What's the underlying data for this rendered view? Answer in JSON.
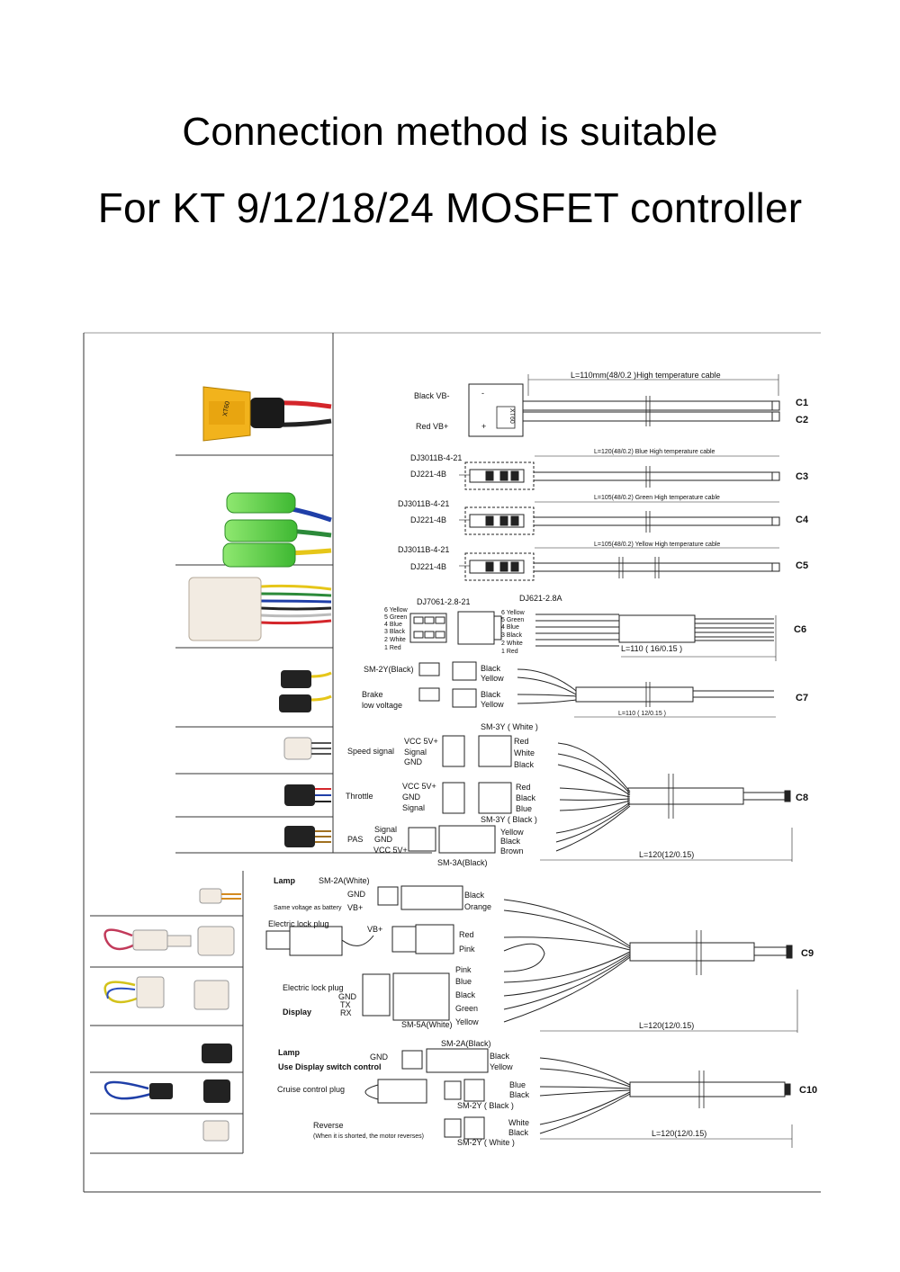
{
  "title": {
    "line1": "Connection method is suitable",
    "line2": "For KT 9/12/18/24 MOSFET controller"
  },
  "connectors": [
    "C1",
    "C2",
    "C3",
    "C4",
    "C5",
    "C6",
    "C7",
    "C8",
    "C9",
    "C10"
  ],
  "power": {
    "cable": "L=110mm(48/0.2 )High temperature cable",
    "black": "Black  VB-",
    "red": "Red    VB+",
    "plug": "XT60",
    "minus": "-",
    "plus": "+"
  },
  "phase": [
    {
      "top": "DJ3011B-4-21",
      "mid": "DJ221-4B",
      "cable": "L=120(48/0.2)  Blue High temperature cable"
    },
    {
      "top": "DJ3011B-4-21",
      "mid": "DJ221-4B",
      "cable": "L=105(48/0.2)  Green High temperature cable"
    },
    {
      "top": "DJ3011B-4-21",
      "mid": "DJ221-4B",
      "cable": "L=105(48/0.2)  Yellow High temperature cable"
    }
  ],
  "hall": {
    "left_part": "DJ7061-2.8-21",
    "right_part": "DJ621-2.8A",
    "pins": [
      "6 Yellow",
      "5 Green",
      "4 Blue",
      "3 Black",
      "2 White",
      "1 Red"
    ],
    "length": "L=110 ( 16/0.15 )"
  },
  "brake": {
    "connector": "SM-2Y(Black)",
    "label1": "Brake",
    "label2": "low voltage",
    "wires": [
      "Black",
      "Yellow",
      "Black",
      "Yellow"
    ],
    "length": "L=110 ( 12/0.15 )"
  },
  "c8": {
    "speed_label": "Speed signal",
    "speed_pins": [
      "VCC 5V+",
      "Signal",
      "GND"
    ],
    "sm_white": "SM-3Y ( White )",
    "speed_wires": [
      "Red",
      "White",
      "Black"
    ],
    "throttle_label": "Throttle",
    "throttle_pins": [
      "VCC 5V+",
      "GND",
      "Signal"
    ],
    "throttle_wires": [
      "Red",
      "Black",
      "Blue"
    ],
    "sm_black": "SM-3Y ( Black )",
    "pas_label": "PAS",
    "pas_pins": [
      "Signal",
      "GND",
      "VCC 5V+"
    ],
    "pas_wires": [
      "Yellow",
      "Black",
      "Brown"
    ],
    "pas_conn": "SM-3A(Black)",
    "length": "L=120(12/0.15)"
  },
  "c9": {
    "lamp": "Lamp",
    "lamp_conn": "SM-2A(White)",
    "lamp_gnd": "GND",
    "lamp_note": "Same voltage as battery",
    "lamp_vb": "VB+",
    "lamp_wires": [
      "Black",
      "Orange"
    ],
    "lock_plug": "Electric lock plug",
    "lock_vb": "VB+",
    "lock_wires": [
      "Red",
      "Pink"
    ],
    "lock_plug2": "Electric lock plug",
    "display": "Display",
    "display_pins": [
      "GND",
      "TX",
      "RX"
    ],
    "display_conn": "SM-5A(White)",
    "display_wires": [
      "Pink",
      "Blue",
      "Black",
      "Green",
      "Yellow"
    ],
    "length": "L=120(12/0.15)"
  },
  "c10": {
    "lamp": "Lamp",
    "lamp_note": "Use Display switch control",
    "lamp_gnd": "GND",
    "lamp_conn": "SM-2A(Black)",
    "lamp_wires": [
      "Black",
      "Yellow"
    ],
    "cruise": "Cruise control plug",
    "cruise_wires": [
      "Blue",
      "Black"
    ],
    "cruise_conn": "SM-2Y ( Black )",
    "reverse": "Reverse",
    "reverse_note": "(When it is shorted, the motor reverses)",
    "reverse_wires": [
      "White",
      "Black"
    ],
    "reverse_conn": "SM-2Y ( White )",
    "length": "L=120(12/0.15)"
  },
  "colors": {
    "xt60": "#f2b31c",
    "green_connector": "#5fd14a",
    "wire_red": "#d4262b",
    "wire_blue": "#1f3fa8",
    "wire_green": "#2c8a3a",
    "wire_yellow": "#e6c619",
    "white_plug": "#f2ebe2"
  }
}
